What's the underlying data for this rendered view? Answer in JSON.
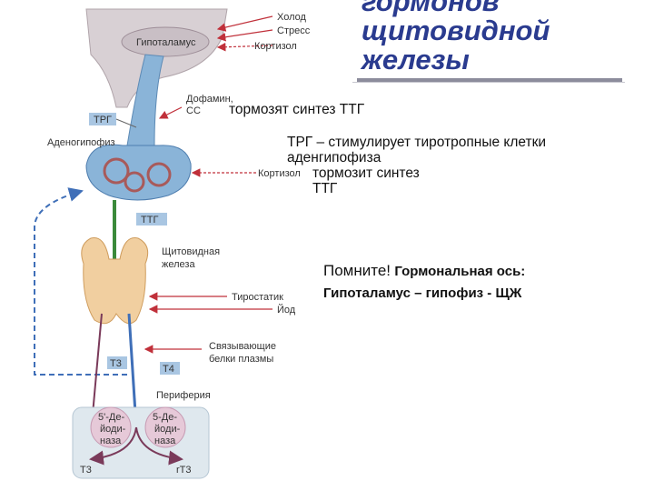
{
  "title": {
    "line1": "гормонов",
    "line2": "щитовидной",
    "line3": "железы"
  },
  "diagram_labels": {
    "hypothalamus": "Гипоталамус",
    "cold": "Холод",
    "stress": "Стресс",
    "cortisol_top": "Кортизол",
    "dopamine": "Дофамин,",
    "ss": "СС",
    "trg": "ТРГ",
    "adenohypophysis": "Аденогипофиз",
    "cortisol_mid": "Кортизол",
    "ttg": "ТТГ",
    "thyroid_line1": "Щитовидная",
    "thyroid_line2": "железа",
    "thyrostatics": "Тиростатик",
    "iodine": "Йод",
    "binding_line1": "Связывающие",
    "binding_line2": "белки плазмы",
    "t3": "Т3",
    "t4": "Т4",
    "periphery": "Периферия",
    "deiod5p_l1": "5'-Де-",
    "deiod5p_l2": "йоди-",
    "deiod5p_l3": "наза",
    "deiod5_l1": "5-Де-",
    "deiod5_l2": "йоди-",
    "deiod5_l3": "наза",
    "t3_out": "Т3",
    "rt3_out": "rТ3"
  },
  "notes": {
    "inhibit_ttg": "тормозят синтез ТТГ",
    "trg_stim_l1": "ТРГ – стимулирует тиротропные клетки",
    "trg_stim_l2": "аденгипофиза",
    "inhibit2_l1": "тормозит синтез",
    "inhibit2_l2": "ТТГ",
    "remember": "Помните!",
    "axis_label": "Гормональная ось:",
    "axis": "Гипоталамус – гипофиз - ЩЖ"
  },
  "colors": {
    "title": "#2a3b8f",
    "green_arrow": "#3b8a3a",
    "blue_arrow": "#3f6fb8",
    "purple_arrow": "#7a3a5a",
    "inhibit_red": "#c0303a",
    "pituitary_blue": "#8ab4d8",
    "thyroid": "#f1cfa0",
    "periphery_box": "#dfe8ee",
    "label_box": "#a9c6e2"
  }
}
